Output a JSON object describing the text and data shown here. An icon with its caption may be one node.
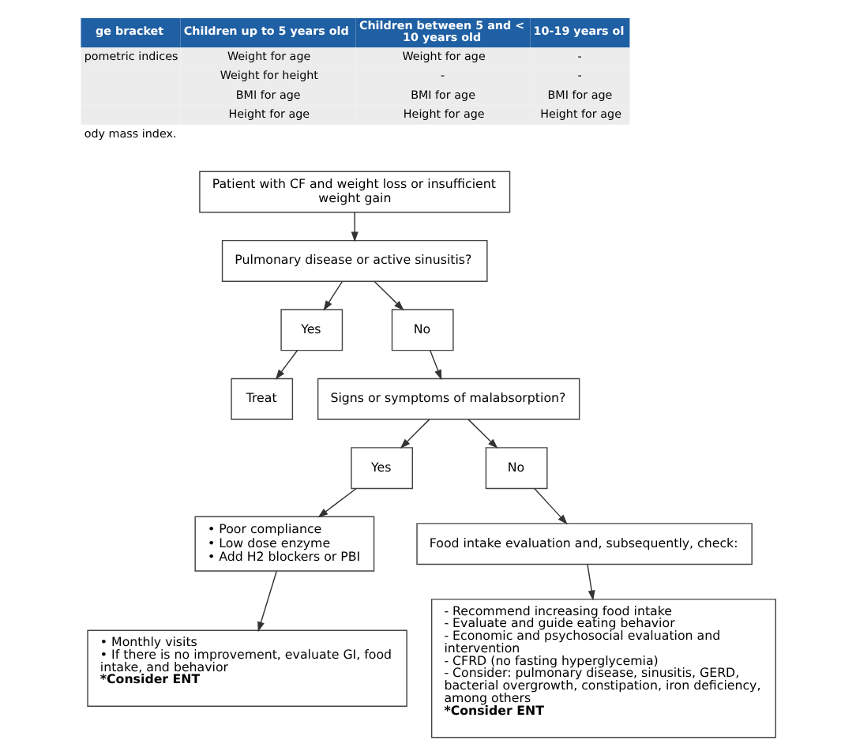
{
  "diagram": {
    "nodes": [
      {
        "text": [
          "Patient with CF and weight loss or insufficient weight gain"
        ]
      },
      {
        "text": [
          "Pulmonary disease or active sinusitis?"
        ]
      },
      {
        "text": [
          "Yes"
        ]
      },
      {
        "text": [
          "Treat"
        ]
      },
      {
        "text": [
          "No"
        ]
      },
      {
        "text": [
          "Signs or symptoms of malabsorption?"
        ]
      },
      {
        "text": [
          "Yes"
        ]
      },
      {
        "text": [
          "No"
        ]
      },
      {
        "text": [
          "• Poor compliance",
          "• Low dose enzyme",
          "• Add H2 blockers or PBI"
        ]
      },
      {
        "text": [
          "• Monthly visits",
          "• If there is no improvement, evaluate GI, food intake, and behavior",
          "***Consider ENT**"
        ]
      },
      {
        "text": [
          "Food intake evaluation and, subsequently, check:"
        ]
      },
      {
        "text": [
          "- Recommend increasing food intake",
          "- Evaluate and guide eating behavior",
          "- Economic and psychosocial evaluation and intervention",
          "- CFRD (no fasting hyperglycemia)",
          "- Consider: pulmonary disease, sinusitis, GERD, bacterial overgrowth, constipation, iron deficiency, among others",
          "***Consider ENT**"
        ]
      }
    ],
    "edges": [
      {
        "from": 0,
        "to": 1,
        "arrow": "to"
      },
      {
        "from": 1,
        "to": 2,
        "arrow": "to"
      },
      {
        "from": 2,
        "to": 3,
        "arrow": "to"
      },
      {
        "from": 1,
        "to": 4,
        "arrow": "to"
      },
      {
        "from": 4,
        "to": 5,
        "arrow": "to"
      },
      {
        "from": 5,
        "to": 6,
        "arrow": "to"
      },
      {
        "from": 5,
        "to": 7,
        "arrow": "to"
      },
      {
        "from": 6,
        "to": 8,
        "arrow": "to"
      },
      {
        "from": 8,
        "to": 9,
        "arrow": "to"
      },
      {
        "from": 7,
        "to": 10,
        "arrow": "to"
      },
      {
        "from": 10,
        "to": 11,
        "arrow": "to"
      }
    ],
    "labels": [
      "ge bracket",
      "Children up to 5 years old",
      "Children between 5 and < 10 years old",
      "10-19 years ol",
      "pometric indices",
      "Weight for age",
      "Weight for age",
      "-",
      "Weight for height",
      "-",
      "-",
      "BMI for age",
      "BMI for age",
      "BMI for age",
      "Height for age",
      "Height for age",
      "Height for age",
      "ody mass index."
    ]
  }
}
